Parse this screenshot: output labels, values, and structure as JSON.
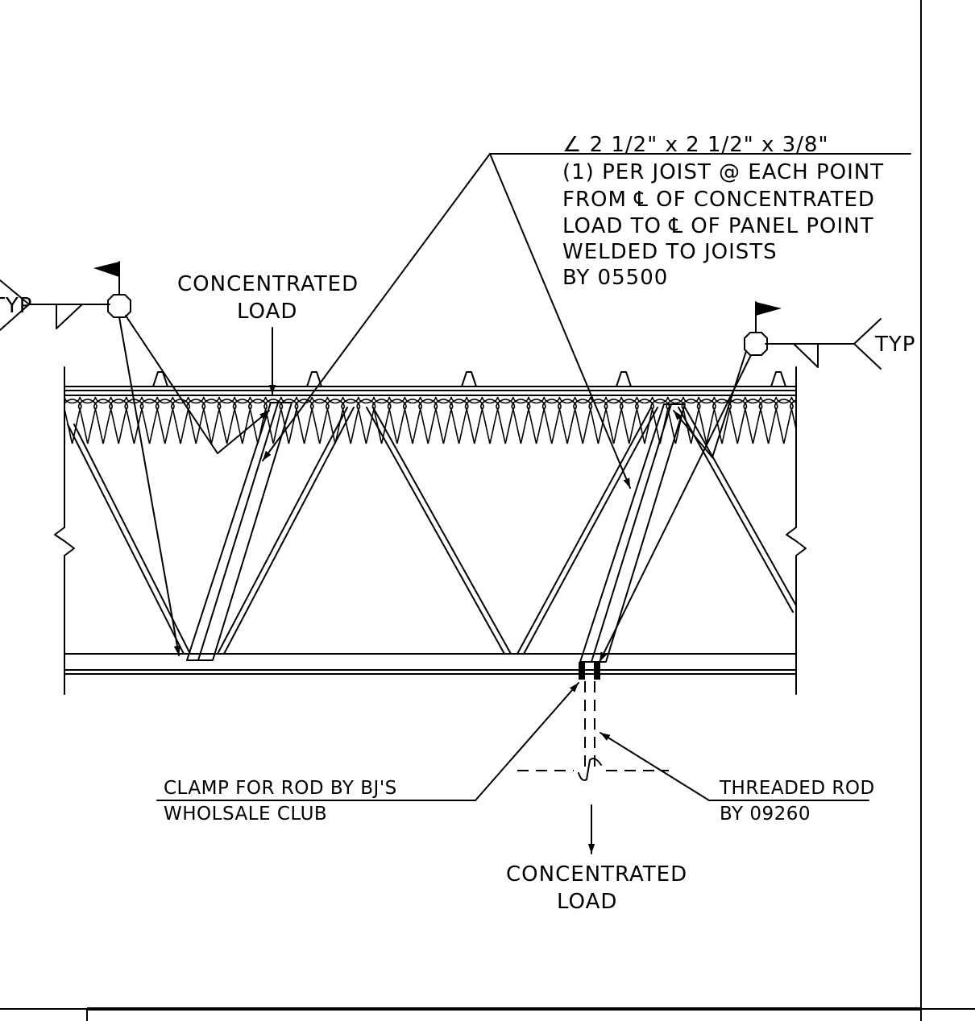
{
  "notes": {
    "angle_spec": {
      "line1": "∠ 2 1/2\" x 2 1/2\" x 3/8\"",
      "line2": "(1) PER JOIST @ EACH POINT",
      "line3": "FROM ℄ OF CONCENTRATED",
      "line4": "LOAD TO ℄ OF PANEL POINT",
      "line5": "WELDED TO JOISTS",
      "line6": "BY 05500"
    },
    "concentrated_load_top": {
      "line1": "CONCENTRATED",
      "line2": "LOAD"
    },
    "concentrated_load_bottom": {
      "line1": "CONCENTRATED",
      "line2": "LOAD"
    },
    "weld_left_tail": "TYP",
    "weld_right_tail": "TYP",
    "clamp": {
      "line1": "CLAMP FOR ROD BY BJ'S",
      "line2": "WHOLSALE CLUB"
    },
    "threaded_rod": {
      "line1": "THREADED ROD",
      "line2": "BY 09260"
    }
  }
}
